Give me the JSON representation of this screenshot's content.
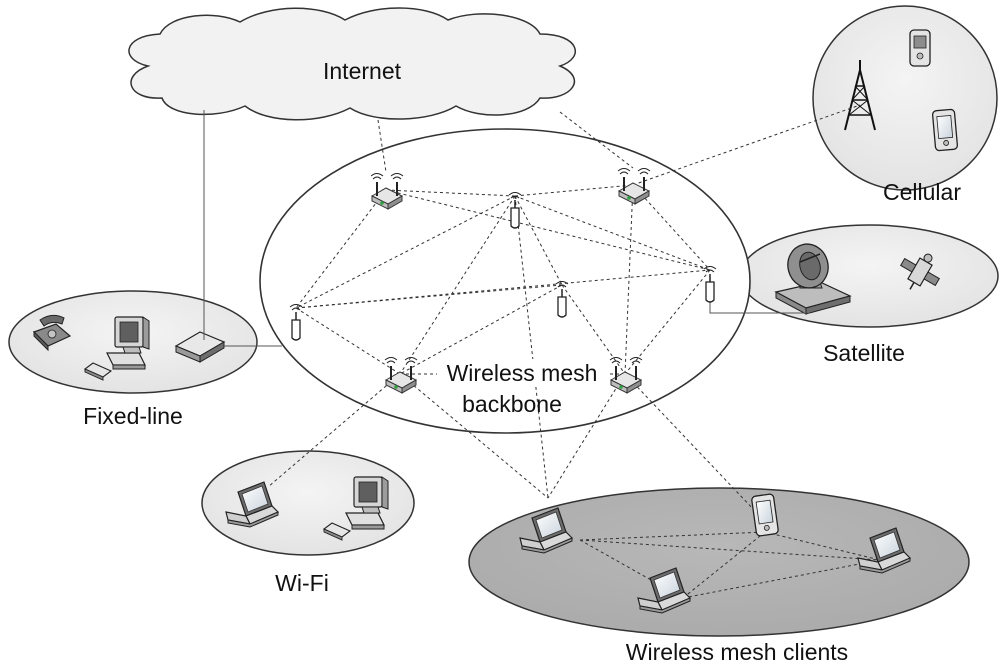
{
  "labels": {
    "internet": "Internet",
    "cellular": "Cellular",
    "satellite": "Satellite",
    "fixed_line": "Fixed-line",
    "backbone_line1": "Wireless mesh",
    "backbone_line2": "backbone",
    "wifi": "Wi-Fi",
    "mesh_clients": "Wireless mesh clients"
  }
}
